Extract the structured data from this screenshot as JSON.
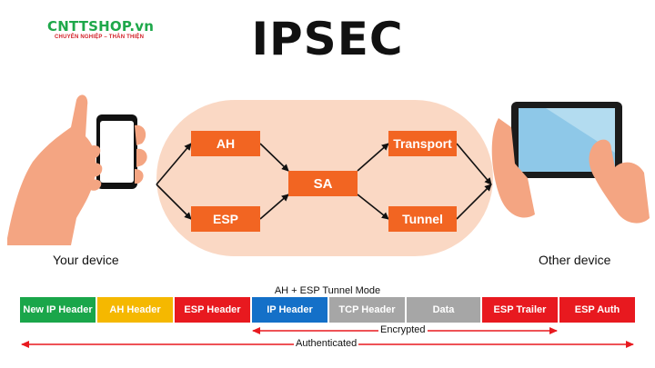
{
  "logo": {
    "name": "CNTTSHOP.vn",
    "tagline": "CHUYÊN NGHIỆP – THÂN THIỆN"
  },
  "title": "IPSEC",
  "devices": {
    "left_label": "Your device",
    "right_label": "Other device"
  },
  "flow": {
    "ah": "AH",
    "esp": "ESP",
    "sa": "SA",
    "transport": "Transport",
    "tunnel": "Tunnel"
  },
  "packet": {
    "mode_label": "AH + ESP Tunnel Mode",
    "segments": [
      {
        "label": "New IP Header",
        "color": "#1aa64a"
      },
      {
        "label": "AH Header",
        "color": "#f5b800"
      },
      {
        "label": "ESP Header",
        "color": "#e8191f"
      },
      {
        "label": "IP Header",
        "color": "#1470c8"
      },
      {
        "label": "TCP Header",
        "color": "#a6a6a6"
      },
      {
        "label": "Data",
        "color": "#a6a6a6"
      },
      {
        "label": "ESP Trailer",
        "color": "#e8191f"
      },
      {
        "label": "ESP Auth",
        "color": "#e8191f"
      }
    ],
    "encrypted_label": "Encrypted",
    "authenticated_label": "Authenticated"
  },
  "colors": {
    "accent_orange": "#f26522",
    "oval": "#fad8c4",
    "arrow_red": "#e8191f"
  }
}
